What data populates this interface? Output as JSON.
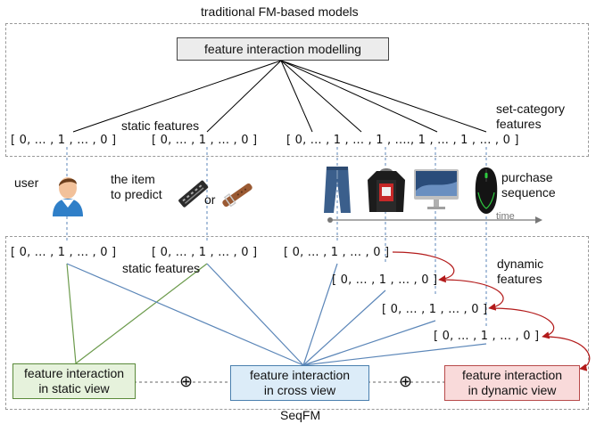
{
  "top": {
    "title": "traditional FM-based models",
    "interaction_box": "feature interaction modelling",
    "static_features_label": "static features",
    "set_category_label": "set-category\nfeatures",
    "vectors": {
      "user": "[ 0, ... , 1 , ... , 0 ]",
      "item": "[ 0, ... , 1 , ... , 0 ]",
      "set_category": "[ 0, ... , 1 , ... , 1 , ....,  1  , ... , 1 , ... , 0 ]"
    }
  },
  "middle": {
    "user_label": "user",
    "item_label": "the item\nto predict",
    "or_label": "or",
    "purchase_label": "purchase\nsequence",
    "time_label": "time",
    "icons": [
      "user-icon",
      "remote-icon",
      "belt-icon",
      "jeans-icon",
      "jacket-icon",
      "monitor-icon",
      "mouse-icon"
    ]
  },
  "bottom": {
    "title": "SeqFM",
    "static_features_label": "static features",
    "dynamic_features_label": "dynamic\nfeatures",
    "vectors": {
      "user": "[ 0, ... , 1 , ... , 0 ]",
      "item": "[ 0, ... , 1 , ... , 0 ]",
      "dyn1": "[ 0, ... , 1 , ... , 0 ]",
      "dyn2": "[ 0, ... , 1 , ... , 0 ]",
      "dyn3": "[ 0, ... , 1 , ... , 0 ]",
      "dyn4": "[ 0, ... , 1 , ... , 0 ]"
    },
    "static_view": "feature interaction\nin static view",
    "cross_view": "feature interaction\nin cross view",
    "dynamic_view": "feature interaction\nin dynamic view",
    "plus_symbol": "⊕"
  },
  "colors": {
    "static_fill": "#e6f2dc",
    "static_border": "#5a8a3a",
    "cross_fill": "#dcecf8",
    "cross_border": "#4a7fae",
    "dynamic_fill": "#f9dada",
    "dynamic_border": "#b84a4a",
    "blue_line": "#5b86b8",
    "green_line": "#6b9a4b",
    "red_arrow": "#b31b1b",
    "frame": "#999999"
  }
}
